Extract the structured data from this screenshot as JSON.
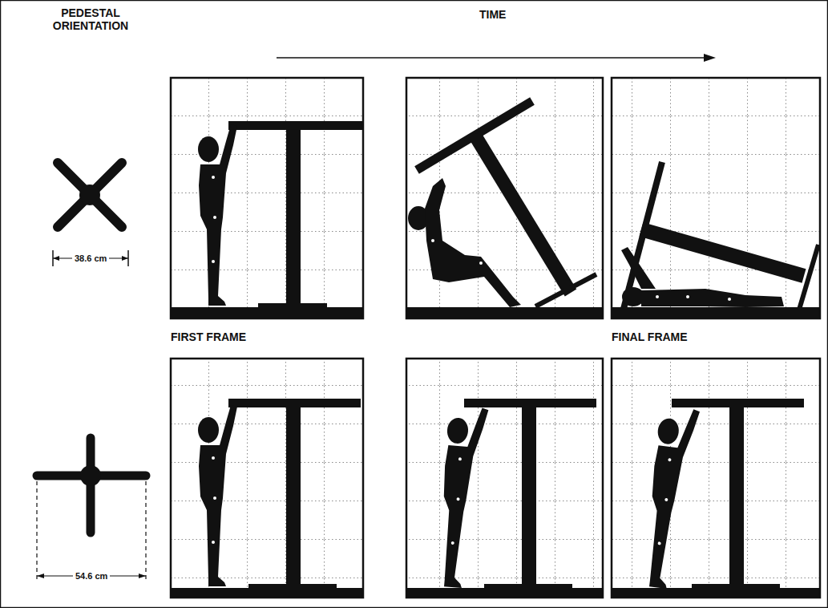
{
  "diagram": {
    "labels": [
      "PEDESTAL ORIENTATION",
      "TIME",
      "38.6 cm",
      "FIRST FRAME",
      "FINAL FRAME",
      "54.6 cm"
    ]
  }
}
